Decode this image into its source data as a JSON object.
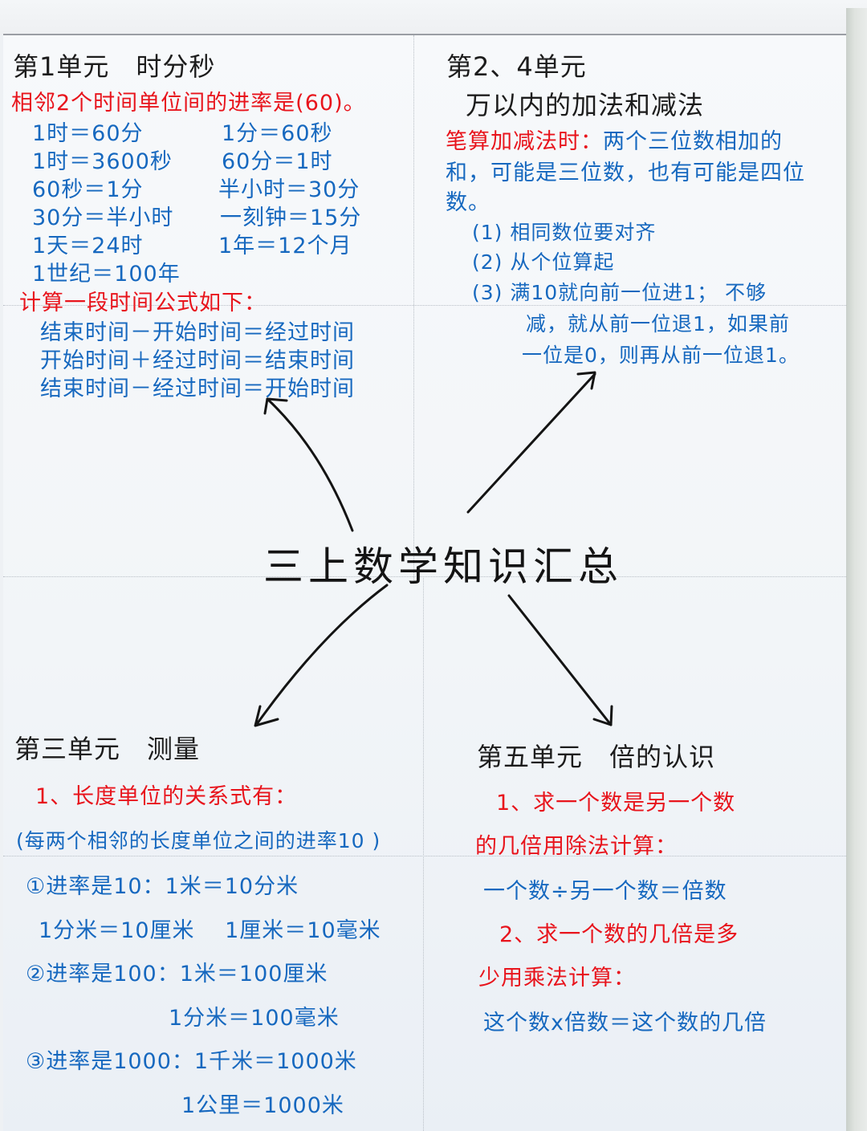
{
  "title": "三上数学知识汇总",
  "sections": {
    "unit1": {
      "heading": "第1单元　时分秒",
      "rule": "相邻2个时间单位间的进率是(60)。",
      "equations_left": [
        "1时＝60分",
        "1时＝3600秒",
        "60秒＝1分",
        "30分＝半小时",
        "1天＝24时",
        "1世纪＝100年"
      ],
      "equations_right": [
        "1分＝60秒",
        "60分＝1时",
        "半小时＝30分",
        "一刻钟＝15分",
        "1年＝12个月"
      ],
      "formula_heading": "计算一段时间公式如下：",
      "formulas": [
        "结束时间－开始时间＝经过时间",
        "开始时间＋经过时间＝结束时间",
        "结束时间－经过时间＝开始时间"
      ]
    },
    "unit2_4": {
      "heading_line1": "第2、4单元",
      "heading_line2": "万以内的加法和减法",
      "lead_red": "笔算加减法时：",
      "lead_blue": "两个三位数相加的",
      "lines": [
        "和，可能是三位数，也有可能是四位",
        "数。"
      ],
      "steps": [
        "(1) 相同数位要对齐",
        "(2) 从个位算起",
        "(3) 满10就向前一位进1；  不够"
      ],
      "step3_cont": [
        "减，就从前一位退1，如果前",
        "一位是0，则再从前一位退1。"
      ]
    },
    "unit3": {
      "heading": "第三单元　测量",
      "sub_heading": "1、长度单位的关系式有：",
      "note": "(每两个相邻的长度单位之间的进率10 )",
      "lines": [
        "①进率是10：1米＝10分米",
        "1分米＝10厘米　 1厘米＝10毫米",
        "②进率是100：1米＝100厘米",
        "1分米＝100毫米",
        "③进率是1000：1千米＝1000米",
        "1公里＝1000米"
      ]
    },
    "unit5": {
      "heading": "第五单元　倍的认识",
      "point1_line1": "1、求一个数是另一个数",
      "point1_line2": "的几倍用除法计算：",
      "formula1": "一个数÷另一个数＝倍数",
      "point2_line1": "2、求一个数的几倍是多",
      "point2_line2": "少用乘法计算：",
      "formula2": "这个数x倍数＝这个数的几倍"
    }
  },
  "colors": {
    "heading_ink": "#1c1c1c",
    "red_ink": "#e8141c",
    "blue_ink": "#1668bf",
    "paper": "#f4f7fa"
  }
}
